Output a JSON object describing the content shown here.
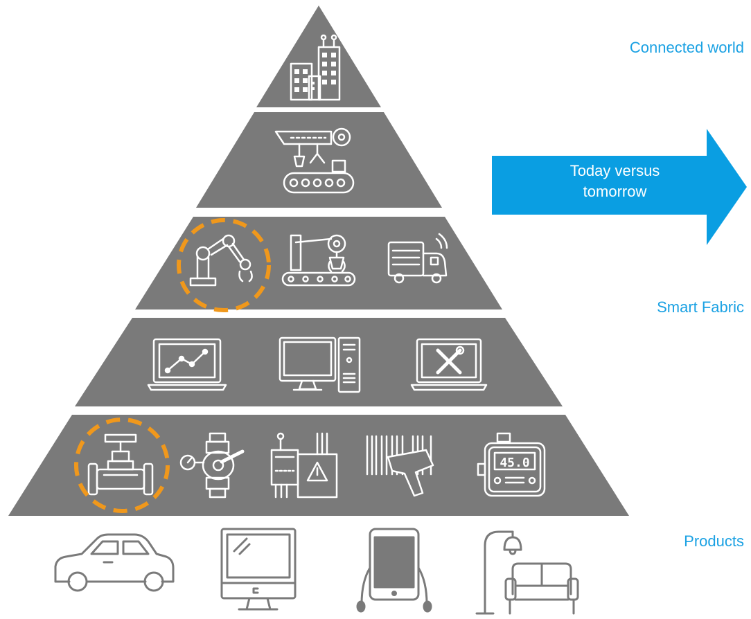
{
  "labels": {
    "connected_world": "Connected world",
    "smart_fabric": "Smart Fabric",
    "products": "Products"
  },
  "arrow": {
    "line1": "Today versus",
    "line2": "tomorrow"
  },
  "colors": {
    "pyramid_gray": "#7a7a7a",
    "icon_white": "#ffffff",
    "highlight_orange": "#f0981c",
    "arrow_blue": "#0a9ee2",
    "label_blue": "#1aa1e3",
    "product_icon_gray": "#7a7a7a"
  },
  "pyramid": {
    "tiers": [
      {
        "name": "city",
        "icons": [
          "city-buildings-icon"
        ]
      },
      {
        "name": "production-line",
        "icons": [
          "production-line-icon"
        ]
      },
      {
        "name": "automation",
        "icons": [
          "robotic-arm-icon",
          "assembly-robot-conveyor-icon",
          "autonomous-truck-icon"
        ]
      },
      {
        "name": "computing",
        "icons": [
          "laptop-chart-icon",
          "desktop-computer-icon",
          "laptop-tools-icon"
        ]
      },
      {
        "name": "devices",
        "icons": [
          "pipe-valve-icon",
          "gauge-valve-icon",
          "control-panel-icon",
          "barcode-scanner-icon",
          "digital-meter-icon"
        ]
      }
    ],
    "highlighted": [
      "robotic-arm-icon",
      "pipe-valve-icon"
    ]
  },
  "products": {
    "icons": [
      "car-icon",
      "monitor-icon",
      "tablet-icon",
      "lamp-sofa-icon"
    ]
  },
  "meter_display": "45.0"
}
